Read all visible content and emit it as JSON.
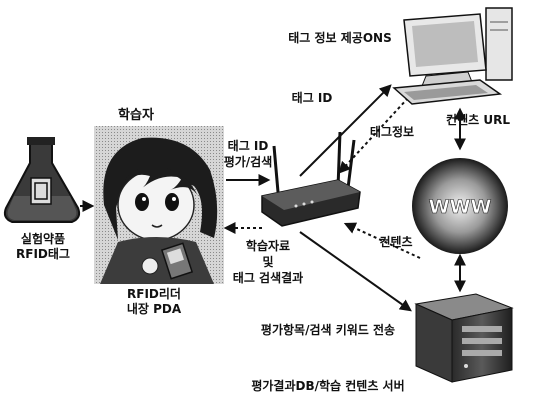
{
  "labels": {
    "ons_server": "태그 정보 제공ONS",
    "tag_id_upper": "태그 ID",
    "tag_info": "태그정보",
    "content_url": "컨텐츠 URL",
    "learner": "학습자",
    "tag_id_request_line1": "태그 ID",
    "tag_id_request_line2": "평가/검색",
    "www": "WWW",
    "contents": "컨텐츠",
    "lab_drug_line1": "실험약품",
    "lab_drug_line2": "RFID태그",
    "result_line1": "학습자료",
    "result_line2": "및",
    "result_line3": "태그 검색결과",
    "pda_line1": "RFID리더",
    "pda_line2": "내장 PDA",
    "eval_send": "평가항목/검색 키워드 전송",
    "db_server": "평가결과DB/학습 컨텐츠 서버"
  },
  "icons": [
    "flask-rfid-tag-icon",
    "learner-character-icon",
    "wireless-router-icon",
    "desktop-computer-icon",
    "www-globe-icon",
    "server-tower-icon"
  ]
}
